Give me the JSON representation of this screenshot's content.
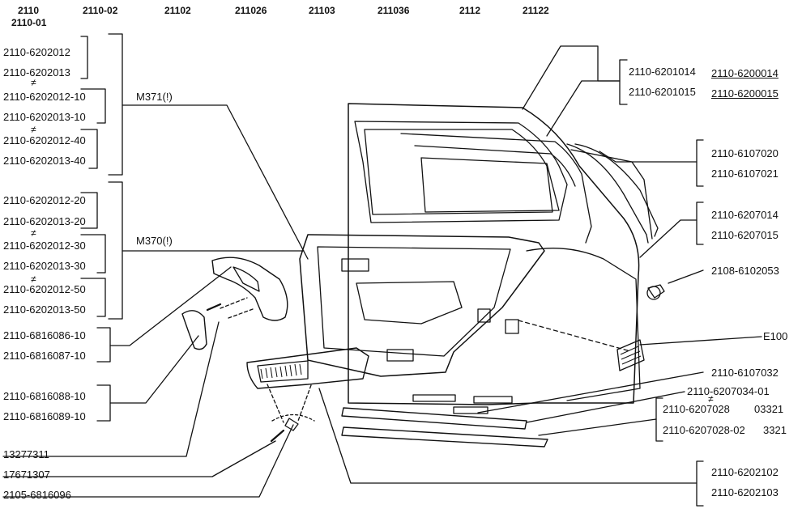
{
  "models": [
    "2110",
    "2110-02",
    "21102",
    "211026",
    "21103",
    "211036",
    "2112",
    "21122"
  ],
  "models_sub": "2110-01",
  "left_parts": {
    "g1": [
      "2110-6202012",
      "2110-6202013"
    ],
    "g2": [
      "2110-6202012-10",
      "2110-6202013-10"
    ],
    "g3": [
      "2110-6202012-40",
      "2110-6202013-40"
    ],
    "g4": [
      "2110-6202012-20",
      "2110-6202013-20"
    ],
    "g5": [
      "2110-6202012-30",
      "2110-6202013-30"
    ],
    "g6": [
      "2110-6202012-50",
      "2110-6202013-50"
    ],
    "handle": [
      "2110-6816086-10",
      "2110-6816087-10"
    ],
    "cover": [
      "2110-6816088-10",
      "2110-6816089-10"
    ],
    "fasteners": [
      "13277311",
      "17671307",
      "2105-6816096"
    ]
  },
  "callouts": {
    "m371": "M371(!)",
    "m370": "M370(!)"
  },
  "right_parts": {
    "door_a": [
      "2110-6201014",
      "2110-6201015"
    ],
    "door_b": [
      "2110-6200014",
      "2110-6200015"
    ],
    "seal": [
      "2110-6107020",
      "2110-6107021"
    ],
    "seal2": [
      "2110-6207014",
      "2110-6207015"
    ],
    "clip": "2108-6102053",
    "e100": "E100",
    "strip": "2110-6107032",
    "mould_a": "2110-6207034-01",
    "mould_b": [
      "2110-6207028",
      "03321"
    ],
    "mould_c": [
      "2110-6207028-02",
      "3321"
    ],
    "trim": [
      "2110-6202102",
      "2110-6202103"
    ]
  }
}
